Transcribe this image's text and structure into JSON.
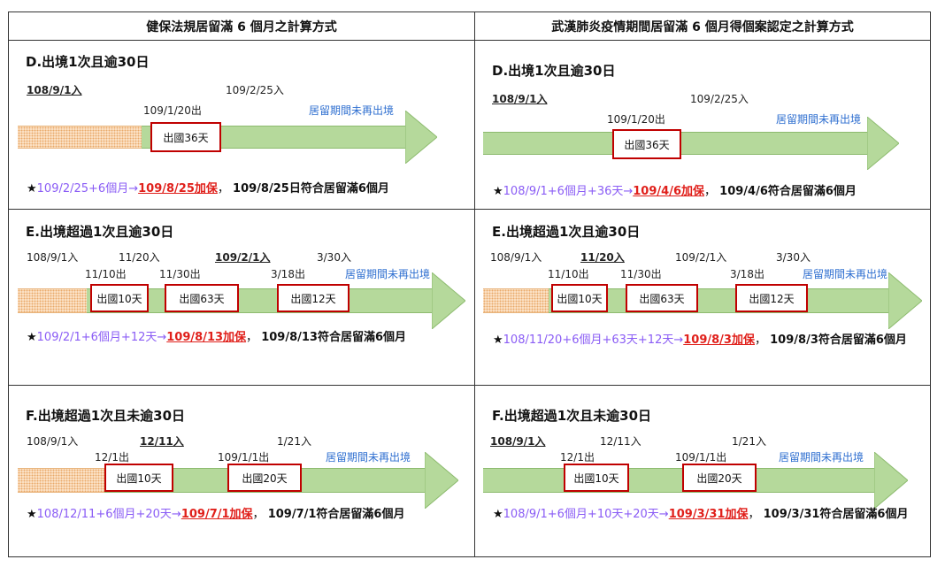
{
  "headers": [
    "健保法規居留滿 6 個月之計算方式",
    "武漢肺炎疫情期間居留滿 6 個月得個案認定之計算方式"
  ],
  "arrow_label": "居留期間未再出境",
  "cases": {
    "D_left": {
      "title": "D.出境1次且逾30日",
      "labels": [
        "108/9/1入",
        "109/2/25入",
        "109/1/20出"
      ],
      "boxes": [
        "出國36天"
      ],
      "note": {
        "star": "★",
        "formula": "109/2/25+6個月→",
        "date": "109/8/25加保",
        "sep": "，",
        "tail": "109/8/25日符合居留滿6個月"
      }
    },
    "D_right": {
      "title": "D.出境1次且逾30日",
      "labels": [
        "108/9/1入",
        "109/2/25入",
        "109/1/20出"
      ],
      "boxes": [
        "出國36天"
      ],
      "note": {
        "star": "★",
        "formula": "108/9/1+6個月+36天→",
        "date": "109/4/6加保",
        "sep": "，",
        "tail": "109/4/6符合居留滿6個月"
      }
    },
    "E_left": {
      "title": "E.出境超過1次且逾30日",
      "labels": [
        "108/9/1入",
        "11/20入",
        "109/2/1入",
        "3/30入",
        "11/10出",
        "11/30出",
        "3/18出"
      ],
      "boxes": [
        "出國10天",
        "出國63天",
        "出國12天"
      ],
      "note": {
        "star": "★",
        "formula": "109/2/1+6個月+12天→",
        "date": "109/8/13加保",
        "sep": "，",
        "tail": "109/8/13符合居留滿6個月"
      }
    },
    "E_right": {
      "title": "E.出境超過1次且逾30日",
      "labels": [
        "108/9/1入",
        "11/20入",
        "109/2/1入",
        "3/30入",
        "11/10出",
        "11/30出",
        "3/18出"
      ],
      "boxes": [
        "出國10天",
        "出國63天",
        "出國12天"
      ],
      "note": {
        "star": "★",
        "formula": "108/11/20+6個月+63天+12天→",
        "date": "109/8/3加保",
        "sep": "，",
        "tail": "109/8/3符合居留滿6個月"
      }
    },
    "F_left": {
      "title": "F.出境超過1次且未逾30日",
      "labels": [
        "108/9/1入",
        "12/11入",
        "1/21入",
        "12/1出",
        "109/1/1出"
      ],
      "boxes": [
        "出國10天",
        "出國20天"
      ],
      "note": {
        "star": "★",
        "formula": "108/12/11+6個月+20天→",
        "date": "109/7/1加保",
        "sep": "，",
        "tail": "109/7/1符合居留滿6個月"
      }
    },
    "F_right": {
      "title": "F.出境超過1次且未逾30日",
      "labels": [
        "108/9/1入",
        "12/11入",
        "1/21入",
        "12/1出",
        "109/1/1出"
      ],
      "boxes": [
        "出國10天",
        "出國20天"
      ],
      "note": {
        "star": "★",
        "formula": "108/9/1+6個月+10天+20天→",
        "date": "109/3/31加保",
        "sep": "，",
        "tail": "109/3/31符合居留滿6個月"
      }
    }
  }
}
